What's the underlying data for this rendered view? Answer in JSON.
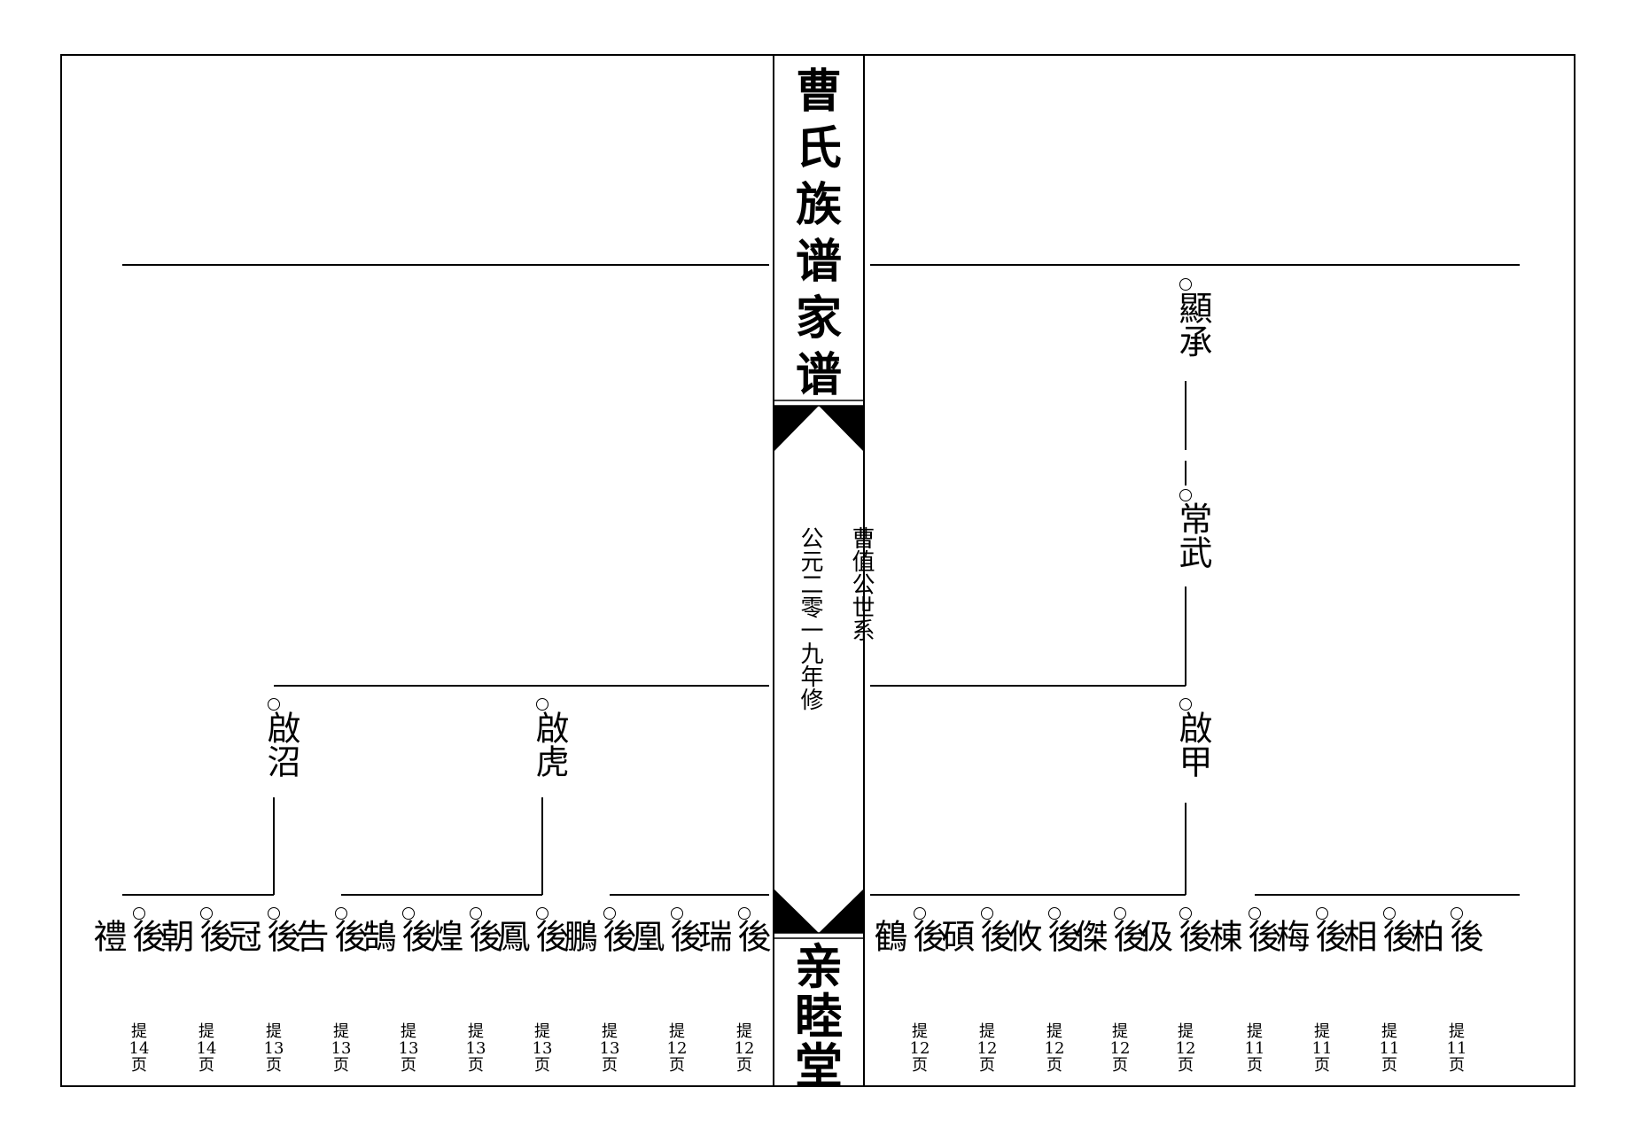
{
  "colors": {
    "ink": "#000000",
    "paper": "#ffffff"
  },
  "title_chars": [
    "曹",
    "氏",
    "族",
    "谱",
    "家",
    "谱"
  ],
  "hall_chars": [
    "亲",
    "睦",
    "堂"
  ],
  "spine_text": {
    "lineage": "曹值公世系",
    "revised": "公元二零一九年修"
  },
  "ancestors": {
    "top": "顯承",
    "second": "常武"
  },
  "fathers": {
    "right": "啟甲",
    "left_outer": "啟沼",
    "left_inner": "啟虎"
  },
  "children_left": [
    {
      "name": "後禮",
      "ref": [
        "提",
        "14",
        "页"
      ]
    },
    {
      "name": "後朝",
      "ref": [
        "提",
        "14",
        "页"
      ]
    },
    {
      "name": "後冠",
      "ref": [
        "提",
        "13",
        "页"
      ]
    },
    {
      "name": "後告",
      "ref": [
        "提",
        "13",
        "页"
      ]
    },
    {
      "name": "後鵠",
      "ref": [
        "提",
        "13",
        "页"
      ]
    },
    {
      "name": "後煌",
      "ref": [
        "提",
        "13",
        "页"
      ]
    },
    {
      "name": "後鳳",
      "ref": [
        "提",
        "13",
        "页"
      ]
    },
    {
      "name": "後鵬",
      "ref": [
        "提",
        "13",
        "页"
      ]
    },
    {
      "name": "後凰",
      "ref": [
        "提",
        "12",
        "页"
      ]
    },
    {
      "name": "後瑞",
      "ref": [
        "提",
        "12",
        "页"
      ]
    }
  ],
  "children_right": [
    {
      "name": "後鶴",
      "ref": [
        "提",
        "12",
        "页"
      ]
    },
    {
      "name": "後碩",
      "ref": [
        "提",
        "12",
        "页"
      ]
    },
    {
      "name": "後攸",
      "ref": [
        "提",
        "12",
        "页"
      ]
    },
    {
      "name": "後傑",
      "ref": [
        "提",
        "12",
        "页"
      ]
    },
    {
      "name": "後伋",
      "ref": [
        "提",
        "12",
        "页"
      ]
    },
    {
      "name": "後棟",
      "ref": [
        "提",
        "11",
        "页"
      ]
    },
    {
      "name": "後梅",
      "ref": [
        "提",
        "11",
        "页"
      ]
    },
    {
      "name": "後相",
      "ref": [
        "提",
        "11",
        "页"
      ]
    },
    {
      "name": "後柏",
      "ref": [
        "提",
        "11",
        "页"
      ]
    }
  ]
}
